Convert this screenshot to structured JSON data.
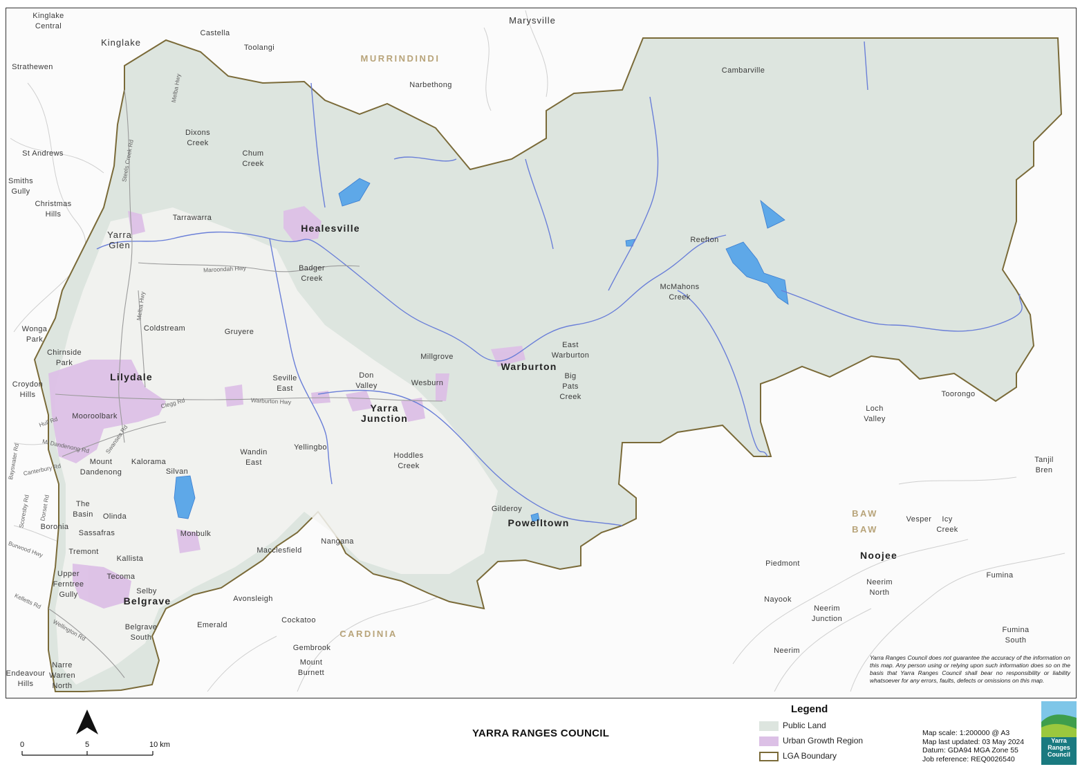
{
  "map": {
    "regions": [
      "MURRINDINDI",
      "CARDINIA",
      "BAW",
      "BAW"
    ],
    "major_towns": [
      "Healesville",
      "Lilydale",
      "Yarra\nJunction",
      "Warburton",
      "Powelltown",
      "Belgrave",
      "Noojee",
      "Kinglake",
      "Marysville"
    ],
    "localities": [
      "Kinglake\nCentral",
      "Castella",
      "Toolangi",
      "Strathewen",
      "Narbethong",
      "Cambarville",
      "Dixons\nCreek",
      "Chum\nCreek",
      "St Andrews",
      "Smiths\nGully",
      "Christmas\nHills",
      "Tarrawarra",
      "Yarra\nGlen",
      "Badger\nCreek",
      "Reefton",
      "McMahons\nCreek",
      "Wonga\nPark",
      "Coldstream",
      "Gruyere",
      "Chirnside\nPark",
      "Croydon\nHills",
      "Seville\nEast",
      "Don\nValley",
      "Millgrove",
      "Wesburn",
      "East\nWarburton",
      "Big\nPats\nCreek",
      "Mooroolbark",
      "Loch\nValley",
      "Toorongo",
      "Tanjil\nBren",
      "Mount\nDandenong",
      "Kalorama",
      "Silvan",
      "Wandin\nEast",
      "Yellingbo",
      "Hoddles\nCreek",
      "The\nBasin",
      "Olinda",
      "Boronia",
      "Sassafras",
      "Monbulk",
      "Gilderoy",
      "Vesper",
      "Icy\nCreek",
      "Tremont",
      "Kallista",
      "Macclesfield",
      "Nangana",
      "Piedmont",
      "Fumina",
      "Upper\nFerntree\nGully",
      "Tecoma",
      "Selby",
      "Avonsleigh",
      "Nayook",
      "Neerim\nNorth",
      "Belgrave\nSouth",
      "Emerald",
      "Cockatoo",
      "Neerim\nJunction",
      "Fumina\nSouth",
      "Gembrook",
      "Neerim",
      "Narre\nWarren\nNorth",
      "Mount\nBurnett",
      "Endeavour\nHills"
    ],
    "roads": [
      "Melba Hwy",
      "Steels Creek Rd",
      "Maroondah Hwy",
      "Melba Hwy",
      "Warburton Hwy",
      "Clegg Rd",
      "Hull Rd",
      "Swansea Rd",
      "Mt Dandenong Rd",
      "Canterbury Rd",
      "Bayswater Rd",
      "Dorset Rd",
      "Scoresby Rd",
      "Burwood Hwy",
      "Kelletts Rd",
      "Wellington Rd"
    ],
    "colors": {
      "public_land": "#dde5df",
      "urban_growth": "#dcc0e6",
      "lga_boundary": "#7a6a38",
      "water": "#5ea8e8",
      "river": "#6a7fd8",
      "region_label": "#b8a47a"
    }
  },
  "disclaimer": "Yarra Ranges Council does not guarantee the accuracy of the information on this map. Any person using or relying upon such information does so on the basis that Yarra Ranges Council shall bear no responsibility or liability whatsoever for any errors, faults, defects or omissions on this map.",
  "footer": {
    "title": "YARRA RANGES COUNCIL",
    "scale_labels": [
      "0",
      "5",
      "10 km"
    ],
    "legend": {
      "title": "Legend",
      "items": [
        {
          "label": "Public Land",
          "icon": "public-land-swatch"
        },
        {
          "label": "Urban Growth Region",
          "icon": "urban-growth-swatch"
        },
        {
          "label": "LGA Boundary",
          "icon": "lga-boundary-swatch"
        }
      ]
    },
    "info": {
      "scale": "Map scale: 1:200000 @ A3",
      "updated": "Map last updated: 03 May 2024",
      "datum": "Datum: GDA94 MGA Zone 55",
      "job": "Job reference: REQ0026540"
    },
    "logo_text": [
      "Yarra",
      "Ranges",
      "Council"
    ]
  }
}
